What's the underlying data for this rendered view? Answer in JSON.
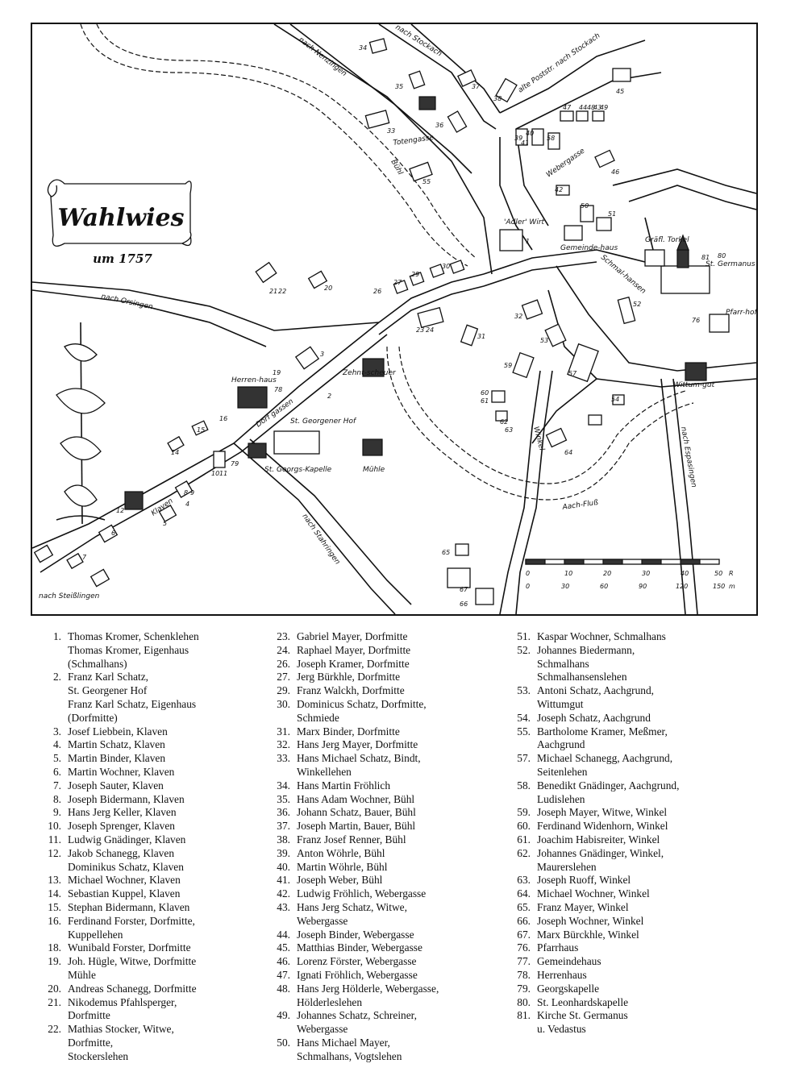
{
  "map": {
    "title": "Wahlwies",
    "subtitle": "um 1757",
    "scale_labels": [
      "0",
      "10",
      "20",
      "30",
      "40",
      "50",
      "R",
      "0",
      "30",
      "60",
      "90",
      "120",
      "150",
      "m"
    ],
    "roads": [
      {
        "id": "road-nenzingen",
        "label": "nach Nenzingen"
      },
      {
        "id": "road-stockach",
        "label": "nach Stockach"
      },
      {
        "id": "road-alte-poststr",
        "label": "alte Poststr. nach Stockach"
      },
      {
        "id": "road-orsingen",
        "label": "nach Orsingen"
      },
      {
        "id": "road-stahringen",
        "label": "nach Stahringen"
      },
      {
        "id": "road-espasingen",
        "label": "nach Espasingen"
      },
      {
        "id": "road-steisslingen",
        "label": "nach Steißlingen"
      }
    ],
    "streets": [
      {
        "id": "street-klaven",
        "label": "Klaven"
      },
      {
        "id": "street-dorfgassen",
        "label": "Dorf gassen"
      },
      {
        "id": "street-totengasse",
        "label": "Totengasse"
      },
      {
        "id": "street-webergasse",
        "label": "Webergasse"
      },
      {
        "id": "street-schmalhansen",
        "label": "Schmal-hansen"
      },
      {
        "id": "street-buhl",
        "label": "Bühl"
      },
      {
        "id": "street-winkel",
        "label": "Winkel"
      },
      {
        "id": "street-aach-fluss",
        "label": "Aach-Fluß"
      }
    ],
    "places": [
      {
        "id": "adler-wirt",
        "label": "'Adler' Wirt"
      },
      {
        "id": "gemeindehaus",
        "label": "Gemeinde-haus"
      },
      {
        "id": "graefl-torkel",
        "label": "Gräfl. Torkel"
      },
      {
        "id": "st-germanus",
        "label": "St. Germanus u. Vedastus"
      },
      {
        "id": "pfarrhof",
        "label": "Pfarr-hof"
      },
      {
        "id": "wittumgut",
        "label": "Wittum-gut"
      },
      {
        "id": "herrenhaus",
        "label": "Herren-haus"
      },
      {
        "id": "zehntscheuer",
        "label": "Zehnt-scheuer"
      },
      {
        "id": "st-georgener-hof",
        "label": "St. Georgener Hof"
      },
      {
        "id": "st-georgs-kapelle",
        "label": "St. Georgs-Kapelle"
      },
      {
        "id": "muehle",
        "label": "Mühle"
      }
    ],
    "building_numbers": [
      "34",
      "35",
      "36",
      "37",
      "38",
      "33",
      "55",
      "47",
      "44",
      "45",
      "43",
      "39",
      "40",
      "58",
      "46",
      "42",
      "50",
      "51",
      "1",
      "81",
      "52",
      "27",
      "29",
      "30",
      "26",
      "21",
      "22",
      "20",
      "23",
      "24",
      "31",
      "32",
      "76",
      "53",
      "57",
      "59",
      "60",
      "61",
      "62",
      "63",
      "54",
      "64",
      "65",
      "66",
      "67",
      "3",
      "2",
      "78",
      "79",
      "16",
      "15",
      "19",
      "14",
      "4",
      "5",
      "8",
      "9",
      "10",
      "11",
      "12",
      "6",
      "7",
      "80",
      "48",
      "49",
      "41"
    ]
  },
  "legend": {
    "columns": [
      [
        {
          "num": "1.",
          "text": "Thomas Kromer, Schenklehen\nThomas Kromer, Eigenhaus\n(Schmalhans)"
        },
        {
          "num": "2.",
          "text": "Franz Karl Schatz,\nSt. Georgener Hof\nFranz Karl Schatz, Eigenhaus\n(Dorfmitte)"
        },
        {
          "num": "3.",
          "text": "Josef Liebbein, Klaven"
        },
        {
          "num": "4.",
          "text": "Martin Schatz, Klaven"
        },
        {
          "num": "5.",
          "text": "Martin Binder, Klaven"
        },
        {
          "num": "6.",
          "text": "Martin Wochner, Klaven"
        },
        {
          "num": "7.",
          "text": "Joseph Sauter, Klaven"
        },
        {
          "num": "8.",
          "text": "Joseph Bidermann, Klaven"
        },
        {
          "num": "9.",
          "text": "Hans Jerg Keller, Klaven"
        },
        {
          "num": "10.",
          "text": "Joseph Sprenger, Klaven"
        },
        {
          "num": "11.",
          "text": "Ludwig Gnädinger, Klaven"
        },
        {
          "num": "12.",
          "text": "Jakob Schanegg, Klaven\nDominikus Schatz, Klaven"
        },
        {
          "num": "13.",
          "text": "Michael Wochner, Klaven"
        },
        {
          "num": "14.",
          "text": "Sebastian Kuppel, Klaven"
        },
        {
          "num": "15.",
          "text": "Stephan Bidermann, Klaven"
        },
        {
          "num": "16.",
          "text": "Ferdinand Forster, Dorfmitte,\nKuppellehen"
        },
        {
          "num": "18.",
          "text": "Wunibald Forster, Dorfmitte"
        },
        {
          "num": "19.",
          "text": "Joh. Hügle, Witwe, Dorfmitte\nMühle"
        },
        {
          "num": "20.",
          "text": "Andreas Schanegg, Dorfmitte"
        },
        {
          "num": "21.",
          "text": "Nikodemus Pfahlsperger,\nDorfmitte"
        },
        {
          "num": "22.",
          "text": "Mathias Stocker, Witwe,\nDorfmitte,\nStockerslehen"
        }
      ],
      [
        {
          "num": "23.",
          "text": "Gabriel Mayer, Dorfmitte"
        },
        {
          "num": "24.",
          "text": "Raphael Mayer, Dorfmitte"
        },
        {
          "num": "26.",
          "text": "Joseph Kramer, Dorfmitte"
        },
        {
          "num": "27.",
          "text": "Jerg Bürkhle, Dorfmitte"
        },
        {
          "num": "29.",
          "text": "Franz Walckh, Dorfmitte"
        },
        {
          "num": "30.",
          "text": "Dominicus Schatz, Dorfmitte,\nSchmiede"
        },
        {
          "num": "31.",
          "text": "Marx Binder, Dorfmitte"
        },
        {
          "num": "32.",
          "text": "Hans Jerg Mayer, Dorfmitte"
        },
        {
          "num": "33.",
          "text": "Hans Michael Schatz, Bindt,\nWinkellehen"
        },
        {
          "num": "34.",
          "text": "Hans Martin Fröhlich"
        },
        {
          "num": "35.",
          "text": "Hans Adam Wochner, Bühl"
        },
        {
          "num": "36.",
          "text": "Johann Schatz, Bauer, Bühl"
        },
        {
          "num": "37.",
          "text": "Joseph Martin, Bauer, Bühl"
        },
        {
          "num": "38.",
          "text": "Franz Josef Renner, Bühl"
        },
        {
          "num": "39.",
          "text": "Anton Wöhrle, Bühl"
        },
        {
          "num": "40.",
          "text": "Martin Wöhrle, Bühl"
        },
        {
          "num": "41.",
          "text": "Joseph Weber, Bühl"
        },
        {
          "num": "42.",
          "text": "Ludwig Fröhlich, Webergasse"
        },
        {
          "num": "43.",
          "text": "Hans Jerg Schatz, Witwe,\nWebergasse"
        },
        {
          "num": "44.",
          "text": "Joseph Binder, Webergasse"
        },
        {
          "num": "45.",
          "text": "Matthias Binder, Webergasse"
        },
        {
          "num": "46.",
          "text": "Lorenz Förster, Webergasse"
        },
        {
          "num": "47.",
          "text": "Ignati Fröhlich, Webergasse"
        },
        {
          "num": "48.",
          "text": "Hans Jerg Hölderle, Webergasse,\nHölderleslehen"
        },
        {
          "num": "49.",
          "text": "Johannes Schatz, Schreiner,\nWebergasse"
        },
        {
          "num": "50.",
          "text": "Hans Michael Mayer,\nSchmalhans, Vogtslehen"
        }
      ],
      [
        {
          "num": "51.",
          "text": "Kaspar Wochner, Schmalhans"
        },
        {
          "num": "52.",
          "text": "Johannes Biedermann,\nSchmalhans\nSchmalhansenslehen"
        },
        {
          "num": "53.",
          "text": "Antoni Schatz, Aachgrund,\nWittumgut"
        },
        {
          "num": "54.",
          "text": "Joseph Schatz, Aachgrund"
        },
        {
          "num": "55.",
          "text": "Bartholome Kramer, Meßmer,\nAachgrund"
        },
        {
          "num": "57.",
          "text": "Michael Schanegg, Aachgrund,\nSeitenlehen"
        },
        {
          "num": "58.",
          "text": "Benedikt Gnädinger, Aachgrund,\nLudislehen"
        },
        {
          "num": "59.",
          "text": "Joseph Mayer, Witwe, Winkel"
        },
        {
          "num": "60.",
          "text": "Ferdinand Widenhorn, Winkel"
        },
        {
          "num": "61.",
          "text": "Joachim Habisreiter, Winkel"
        },
        {
          "num": "62.",
          "text": "Johannes Gnädinger, Winkel,\nMaurerslehen"
        },
        {
          "num": "63.",
          "text": "Joseph Ruoff, Winkel"
        },
        {
          "num": "64.",
          "text": "Michael Wochner, Winkel"
        },
        {
          "num": "65.",
          "text": "Franz Mayer, Winkel"
        },
        {
          "num": "66.",
          "text": "Joseph Wochner, Winkel"
        },
        {
          "num": "67.",
          "text": "Marx Bürckhle, Winkel"
        },
        {
          "num": "76.",
          "text": "Pfarrhaus"
        },
        {
          "num": "77.",
          "text": "Gemeindehaus"
        },
        {
          "num": "78.",
          "text": "Herrenhaus"
        },
        {
          "num": "79.",
          "text": "Georgskapelle"
        },
        {
          "num": "80.",
          "text": "St. Leonhardskapelle"
        },
        {
          "num": "81.",
          "text": "Kirche St. Germanus\nu. Vedastus"
        }
      ]
    ]
  }
}
